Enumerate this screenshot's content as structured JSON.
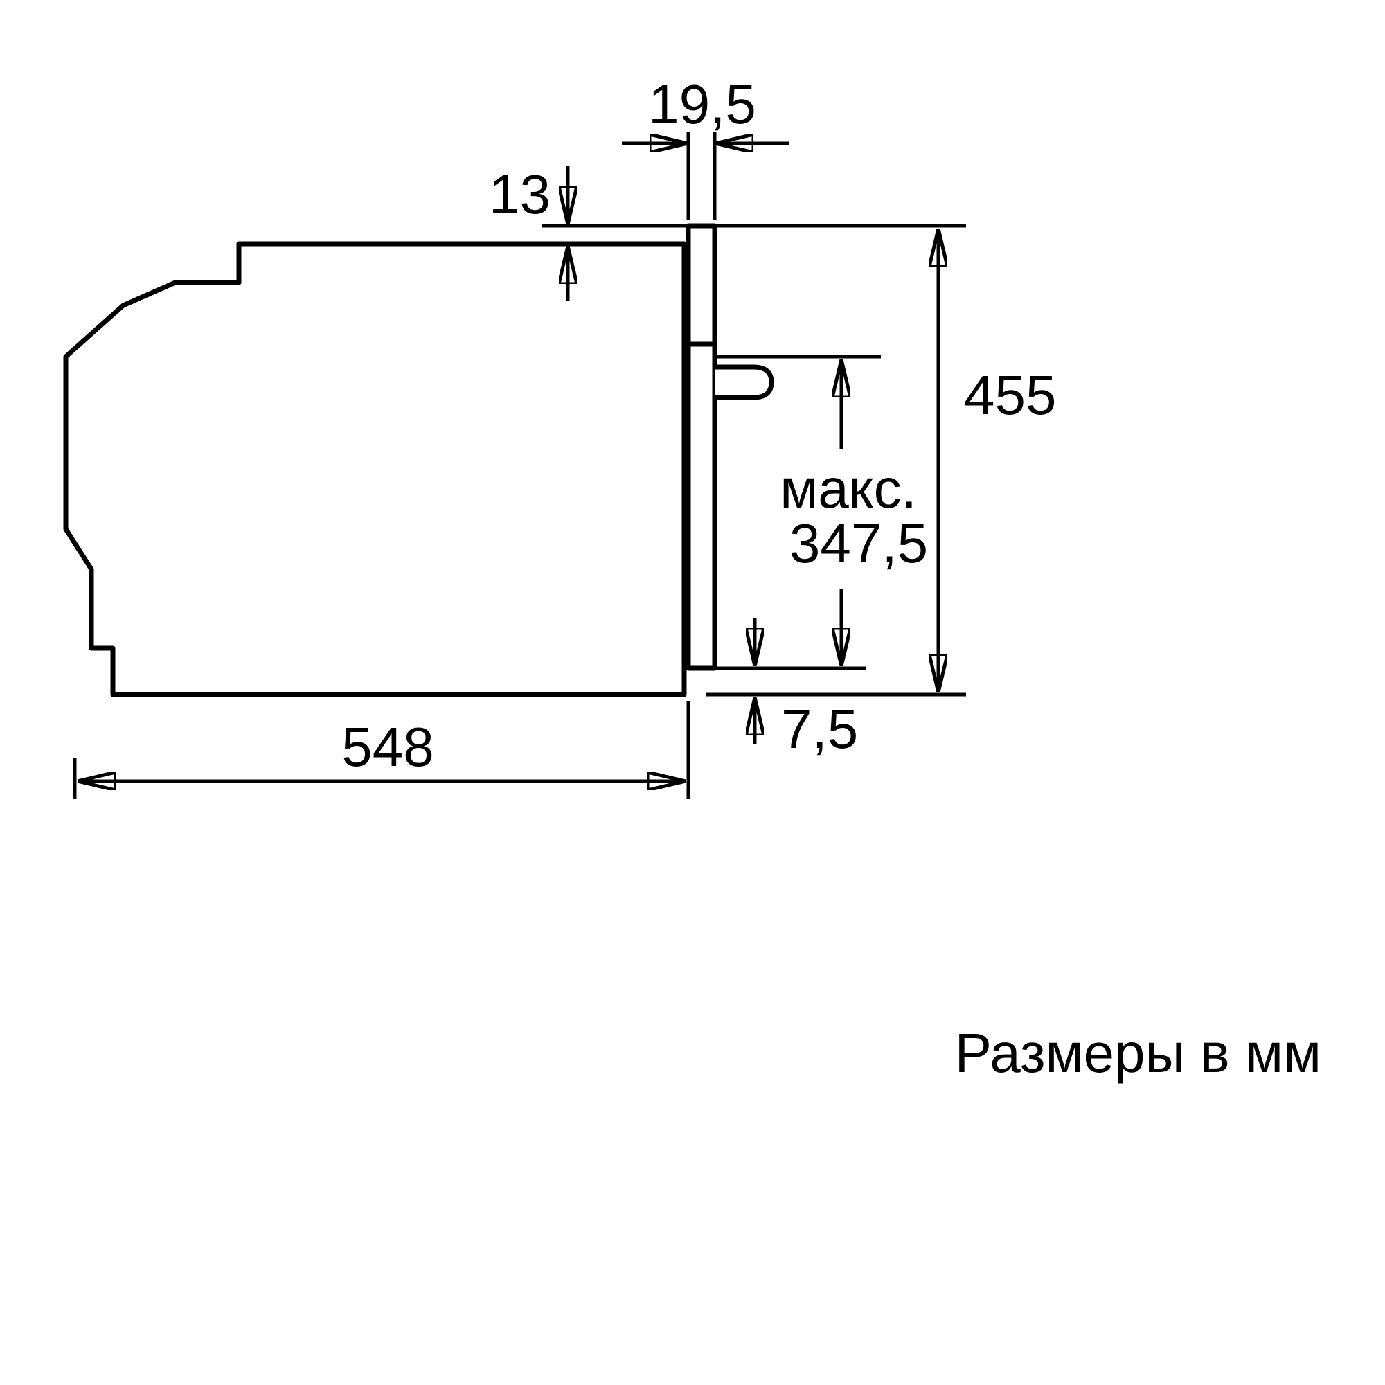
{
  "caption": "Размеры в мм",
  "dimensions": {
    "door_thickness_mm": "19,5",
    "top_overhang_mm": "13",
    "appliance_height_mm": "455",
    "max_label": "макс.",
    "max_value_mm": "347,5",
    "bottom_gap_mm": "7,5",
    "appliance_depth_mm": "548"
  }
}
